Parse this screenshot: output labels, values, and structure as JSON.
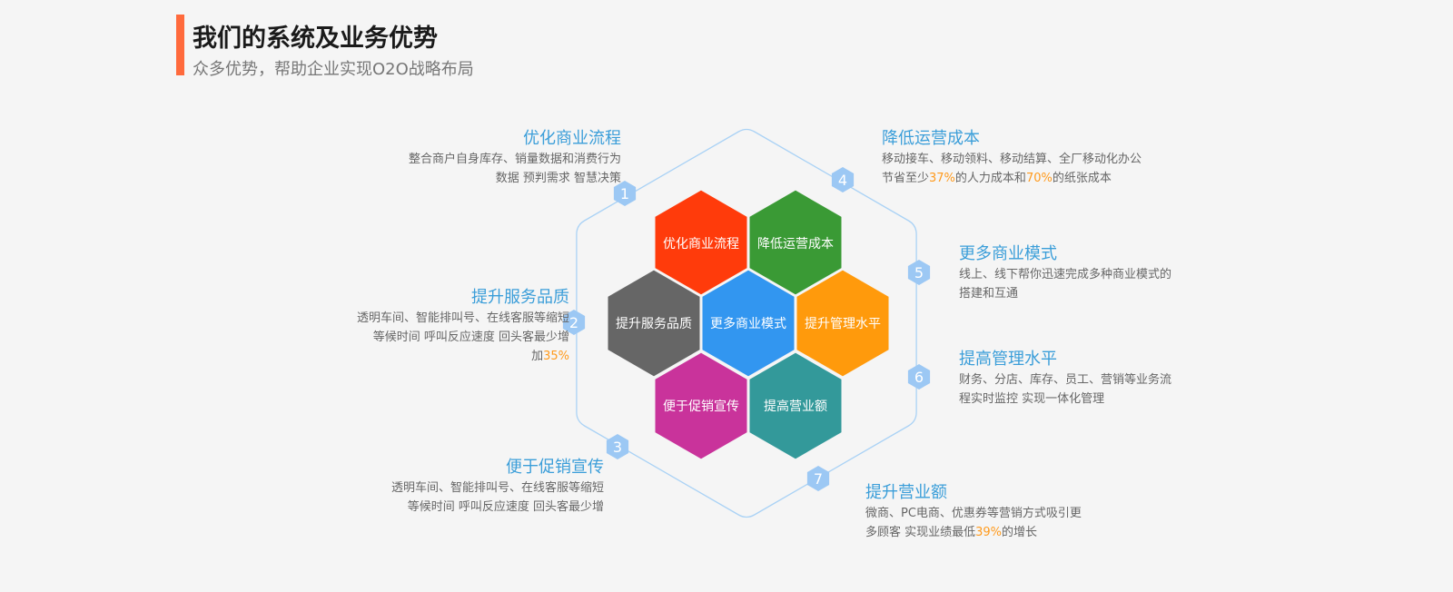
{
  "header": {
    "title": "我们的系统及业务优势",
    "subtitle": "众多优势，帮助企业实现O2O战略布局"
  },
  "colors": {
    "accent": "#ff6a3c",
    "title_blue": "#3b9ed9",
    "highlight": "#ff9a1c",
    "badge": "#9cc8f4",
    "outline": "#aad2f5"
  },
  "hexes": [
    {
      "label": "优化商业流程",
      "color": "#ff3b0b"
    },
    {
      "label": "降低运营成本",
      "color": "#3a9a35"
    },
    {
      "label": "提升服务品质",
      "color": "#666666"
    },
    {
      "label": "更多商业模式",
      "color": "#3296f0"
    },
    {
      "label": "提升管理水平",
      "color": "#ff9a0c"
    },
    {
      "label": "便于促销宣传",
      "color": "#c9339b"
    },
    {
      "label": "提高营业额",
      "color": "#33999a"
    }
  ],
  "features": [
    {
      "num": "1",
      "title": "优化商业流程",
      "lines": [
        [
          {
            "t": "整合商户自身库存、销量数据和消费行为"
          }
        ],
        [
          {
            "t": "数据 预判需求 智慧决策"
          }
        ]
      ]
    },
    {
      "num": "2",
      "title": "提升服务品质",
      "lines": [
        [
          {
            "t": "透明车间、智能排叫号、在线客服等缩短"
          }
        ],
        [
          {
            "t": "等候时间 呼叫反应速度 回头客最少增"
          }
        ],
        [
          {
            "t": "加"
          },
          {
            "t": "35%",
            "h": true
          }
        ]
      ]
    },
    {
      "num": "3",
      "title": "便于促销宣传",
      "lines": [
        [
          {
            "t": "透明车间、智能排叫号、在线客服等缩短"
          }
        ],
        [
          {
            "t": "等候时间 呼叫反应速度 回头客最少增"
          }
        ]
      ]
    },
    {
      "num": "4",
      "title": "降低运营成本",
      "lines": [
        [
          {
            "t": "移动接车、移动领料、移动结算、全厂移动化办公"
          }
        ],
        [
          {
            "t": "节省至少"
          },
          {
            "t": "37%",
            "h": true
          },
          {
            "t": "的人力成本和"
          },
          {
            "t": "70%",
            "h": true
          },
          {
            "t": "的纸张成本"
          }
        ]
      ]
    },
    {
      "num": "5",
      "title": "更多商业模式",
      "lines": [
        [
          {
            "t": "线上、线下帮你迅速完成多种商业模式的"
          }
        ],
        [
          {
            "t": "搭建和互通"
          }
        ]
      ]
    },
    {
      "num": "6",
      "title": "提高管理水平",
      "lines": [
        [
          {
            "t": "财务、分店、库存、员工、营销等业务流"
          }
        ],
        [
          {
            "t": "程实时监控 实现一体化管理"
          }
        ]
      ]
    },
    {
      "num": "7",
      "title": "提升营业额",
      "lines": [
        [
          {
            "t": "微商、PC电商、优惠券等营销方式吸引更"
          }
        ],
        [
          {
            "t": "多顾客 实现业绩最低"
          },
          {
            "t": "39%",
            "h": true
          },
          {
            "t": "的增长"
          }
        ]
      ]
    }
  ]
}
